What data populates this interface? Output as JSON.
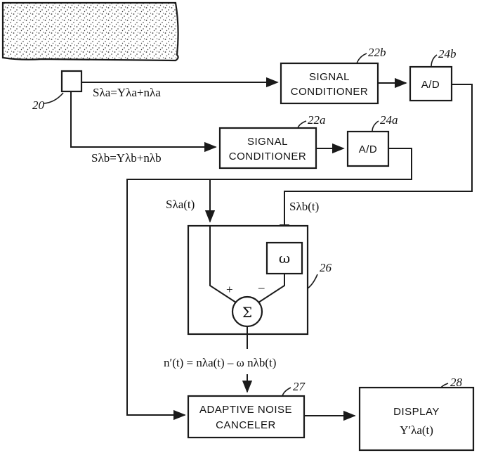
{
  "tissue": {
    "pattern": "stippled-tissue-region"
  },
  "sensor": {
    "ref": "20"
  },
  "signals": {
    "sa_eq": "Sλa=Yλa+nλa",
    "sb_eq": "Sλb=Yλb+nλb",
    "sa_t": "Sλa(t)",
    "sb_t": "Sλb(t)",
    "noise_eq": "n′(t) = nλa(t) – ω nλb(t)"
  },
  "conditioner_b": {
    "ref": "22b",
    "line1": "SIGNAL",
    "line2": "CONDITIONER"
  },
  "ad_b": {
    "ref": "24b",
    "label": "A/D"
  },
  "conditioner_a": {
    "ref": "22a",
    "line1": "SIGNAL",
    "line2": "CONDITIONER"
  },
  "ad_a": {
    "ref": "24a",
    "label": "A/D"
  },
  "subtractor": {
    "ref": "26",
    "weight": "ω",
    "sum": "Σ",
    "plus": "+",
    "minus": "–"
  },
  "canceler": {
    "ref": "27",
    "line1": "ADAPTIVE NOISE",
    "line2": "CANCELER"
  },
  "display": {
    "ref": "28",
    "line1": "DISPLAY",
    "line2": "Y′λa(t)"
  }
}
